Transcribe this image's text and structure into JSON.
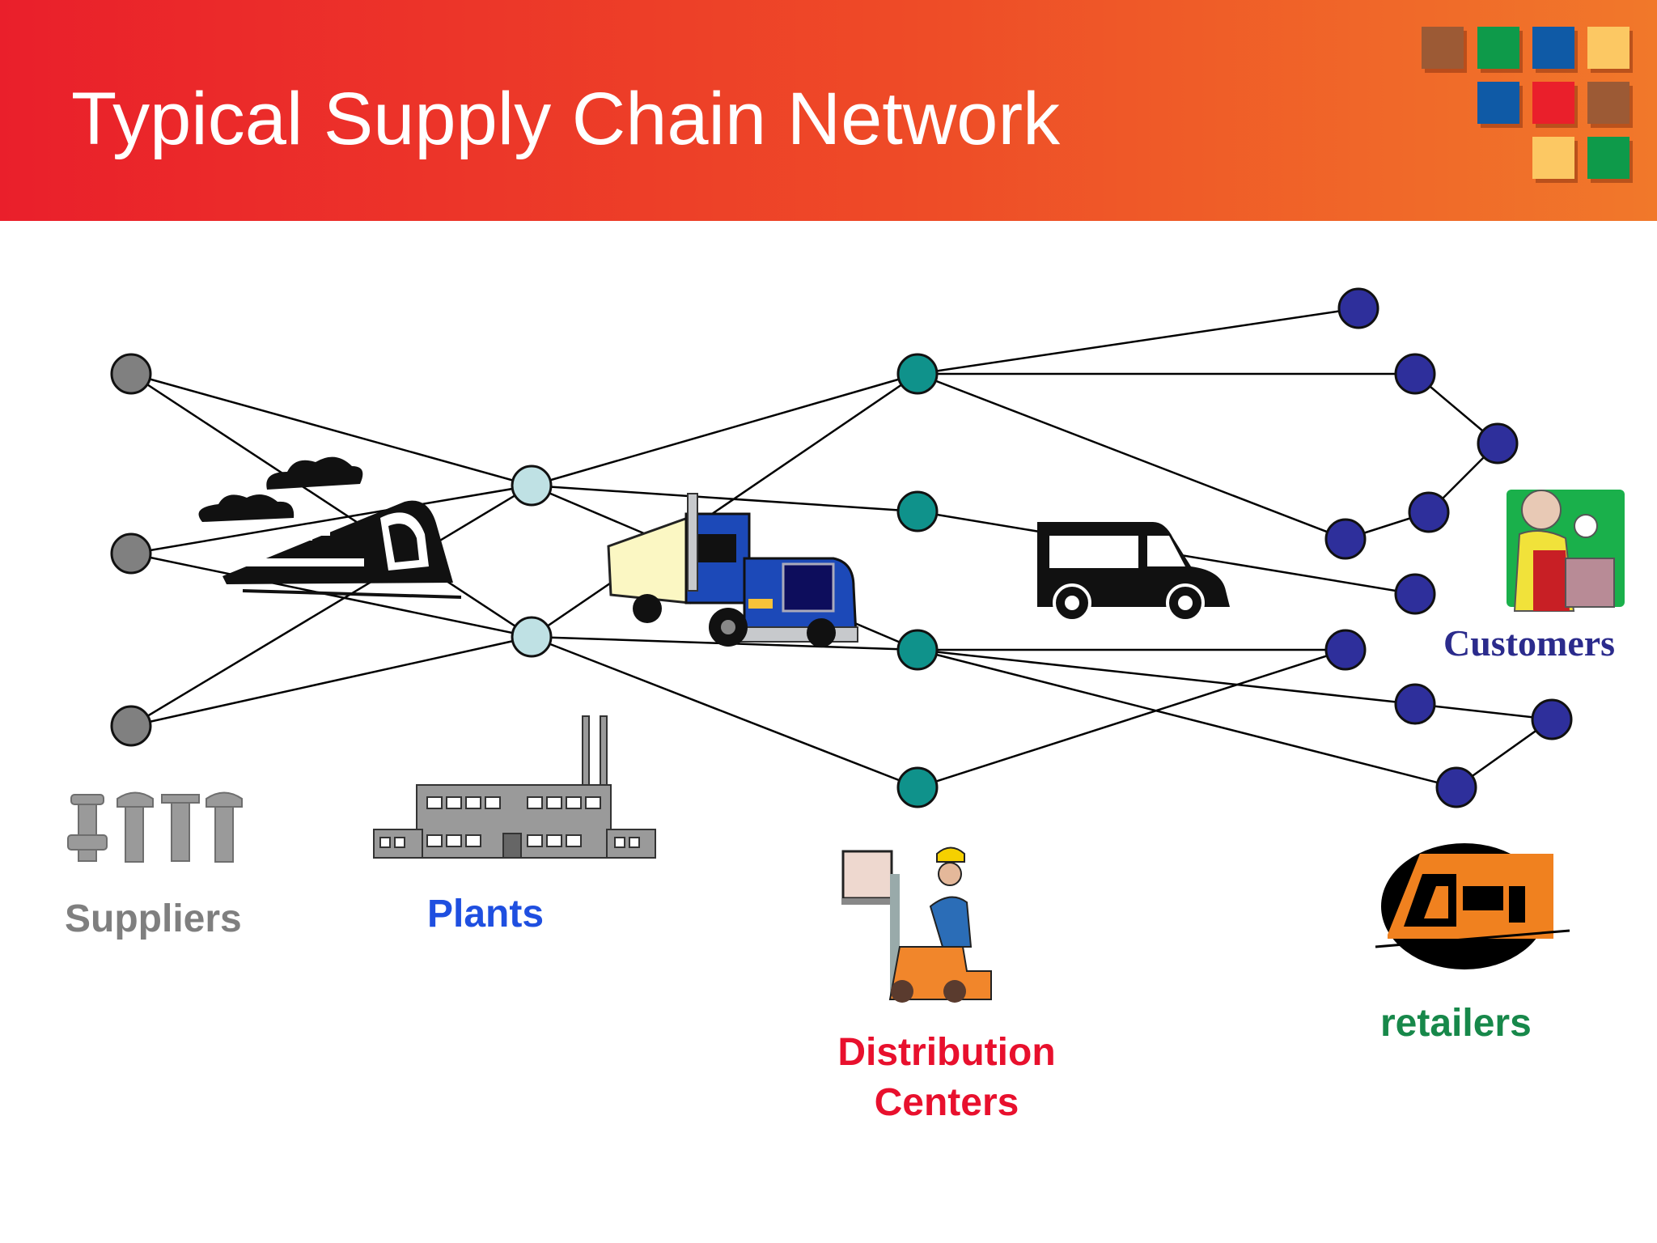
{
  "header": {
    "title": "Typical Supply Chain Network",
    "gradient_colors": [
      "#ea1f2b",
      "#f1782a"
    ],
    "logo_tile_colors": [
      "#9c5a35",
      "#0e9a4a",
      "#0f5aa6",
      "#fcc863",
      "#0f5aa6",
      "#ea1f2b",
      "#9c5a35",
      "#fcc863",
      "#0e9a4a"
    ]
  },
  "stages": [
    {
      "id": "suppliers",
      "label": "Suppliers",
      "label_color": "#7f7f7f",
      "node_color": "#808080",
      "icon": "bolts-icon"
    },
    {
      "id": "plants",
      "label": "Plants",
      "label_color": "#1f4fe0",
      "node_color": "#bfe1e4",
      "icon": "factory-icon"
    },
    {
      "id": "distribution_centers",
      "label": "Distribution Centers",
      "label_lines": [
        "Distribution",
        "Centers"
      ],
      "label_color": "#e8102d",
      "node_color": "#0f928b",
      "icon": "forklift-worker-icon"
    },
    {
      "id": "retailers",
      "label": "retailers",
      "label_color": "#17884a",
      "node_color": "#2e2f9b",
      "icon": "storefront-icon"
    },
    {
      "id": "customers",
      "label": "Customers",
      "label_color": "#2b2b8c",
      "icon": "shopper-icon"
    }
  ],
  "transport_icons": [
    "train-icon",
    "truck-icon",
    "van-icon"
  ],
  "edge_color": "#000000"
}
